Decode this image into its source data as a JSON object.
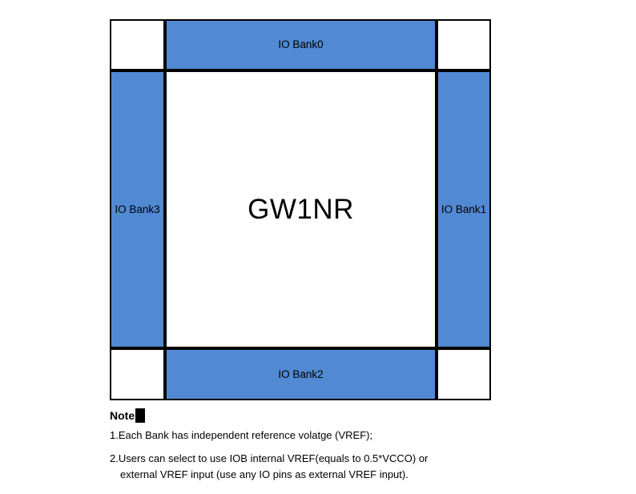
{
  "diagram": {
    "core": {
      "label": "GW1NR"
    },
    "banks": {
      "top": "IO Bank0",
      "right": "IO Bank1",
      "bottom": "IO Bank2",
      "left": "IO Bank3"
    },
    "colors": {
      "bank_fill": "#5189D3",
      "core_fill": "#FFFFFF",
      "corner_fill": "#FFFFFF",
      "outline": "#000000",
      "text": "#000000"
    }
  },
  "notes": {
    "heading": "Note",
    "heading_glyph": "missing-glyph-box",
    "items": [
      {
        "lines": [
          "1.Each Bank has independent reference volatge (VREF);"
        ]
      },
      {
        "lines": [
          "2.Users can select to use IOB internal VREF(equals to 0.5*VCCO) or",
          "external VREF input (use any IO pins as external VREF input)."
        ]
      }
    ]
  }
}
